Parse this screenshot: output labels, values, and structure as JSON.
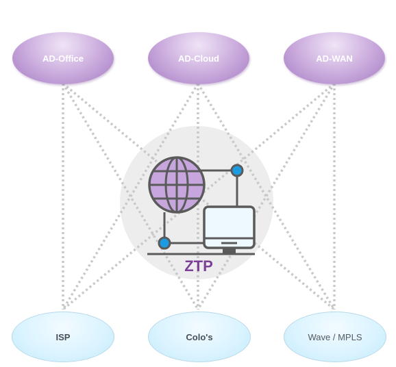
{
  "diagram": {
    "top_nodes": [
      {
        "id": "ad-office",
        "label": "AD-Office"
      },
      {
        "id": "ad-cloud",
        "label": "AD-Cloud"
      },
      {
        "id": "ad-wan",
        "label": "AD-WAN"
      }
    ],
    "bottom_nodes": [
      {
        "id": "isp",
        "label": "ISP"
      },
      {
        "id": "colos",
        "label": "Colo's"
      },
      {
        "id": "wave-mpls",
        "label": "Wave / MPLS"
      }
    ],
    "center": {
      "label": "ZTP",
      "icons": [
        "globe-icon",
        "monitor-icon",
        "network-node-icon"
      ]
    },
    "connections": "every top node is linked to every bottom node with a dotted line",
    "colors": {
      "top_node": "#b48fd0",
      "bottom_node": "#d9f3ff",
      "accent": "#7b3f98",
      "connector": "#c8c8c8",
      "node_dot": "#1e9be0"
    }
  }
}
